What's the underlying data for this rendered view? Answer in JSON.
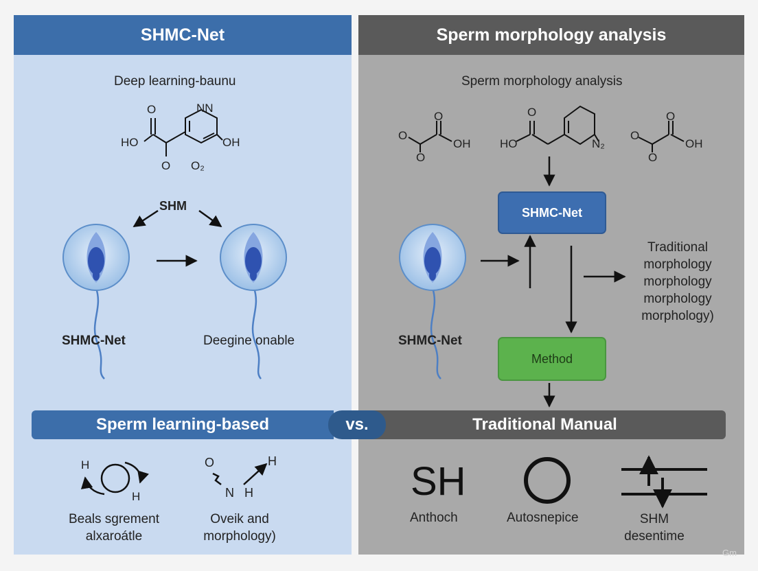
{
  "colors": {
    "blue_accent": "#3c6eaa",
    "gray_accent": "#5a5a5a",
    "method_green": "#5cb24d",
    "left_bg": "#c9daf0",
    "right_bg": "#a9a9a9"
  },
  "left": {
    "header": "SHMC-Net",
    "subtitle": "Deep learning-baunu",
    "molecule_labels": [
      "O",
      "NN",
      "HO",
      "OH",
      "O",
      "O₂"
    ],
    "shm_label": "SHM",
    "cell1_label": "SHMC-Net",
    "cell2_label": "Deegine onable"
  },
  "right": {
    "header": "Sperm morphology analysis",
    "subtitle": "Sperm morphology analysis",
    "molecule_labels": [
      "O",
      "O",
      "O",
      "OH",
      "O",
      "HO",
      "N₂",
      "O",
      "O",
      "O",
      "OH"
    ],
    "shmc_box": "SHMC-Net",
    "method_box": "Method",
    "traditional_lines": [
      "Traditional",
      "morphology",
      "morphology",
      "morphology",
      "morphology)"
    ],
    "cell_label": "SHMC-Net"
  },
  "bar": {
    "left": "Sperm learning-based",
    "vs": "vs.",
    "right": "Traditional Manual"
  },
  "bottom_left": {
    "icon1_labels": [
      "H",
      "H"
    ],
    "icon2_labels": [
      "O",
      "H",
      "N",
      "H"
    ],
    "caption1": [
      "Beals sgrement",
      "alxaroátle"
    ],
    "caption2": [
      "Oveik and",
      "morphology)"
    ]
  },
  "bottom_right": {
    "sh_text": "SH",
    "caption1": "Anthoch",
    "caption2": "Autosnepice",
    "caption3": [
      "SHM",
      "desentime"
    ]
  },
  "watermark": "Gm"
}
